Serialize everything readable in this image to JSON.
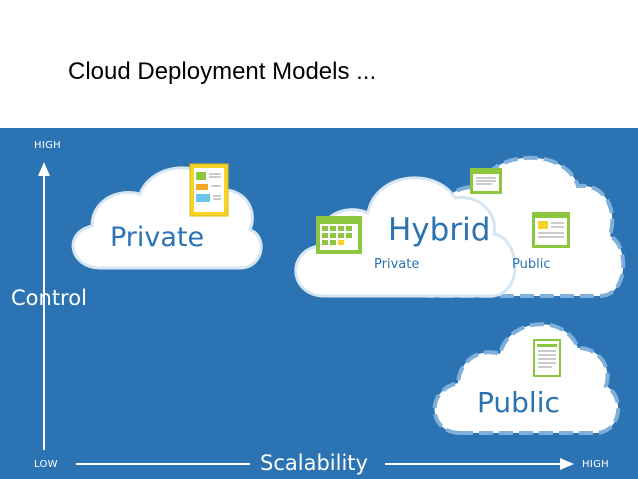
{
  "slide": {
    "title": "Cloud Deployment Models ..."
  },
  "diagram": {
    "y_axis": {
      "high_label": "HIGH",
      "label": "Control"
    },
    "x_axis": {
      "low_label": "LOW",
      "label": "Scalability",
      "high_label": "HIGH"
    },
    "clouds": {
      "private": {
        "title": "Private"
      },
      "hybrid": {
        "title": "Hybrid",
        "left_sub": "Private",
        "right_sub": "Public"
      },
      "public": {
        "title": "Public"
      }
    },
    "colors": {
      "background": "#2b73b3",
      "cloud_fill": "#ffffff",
      "cloud_text": "#2b73b3",
      "accent_green": "#8dc63f",
      "accent_yellow": "#f5d327"
    },
    "icons": [
      "document-icon",
      "browser-window-icon",
      "calendar-icon"
    ]
  }
}
